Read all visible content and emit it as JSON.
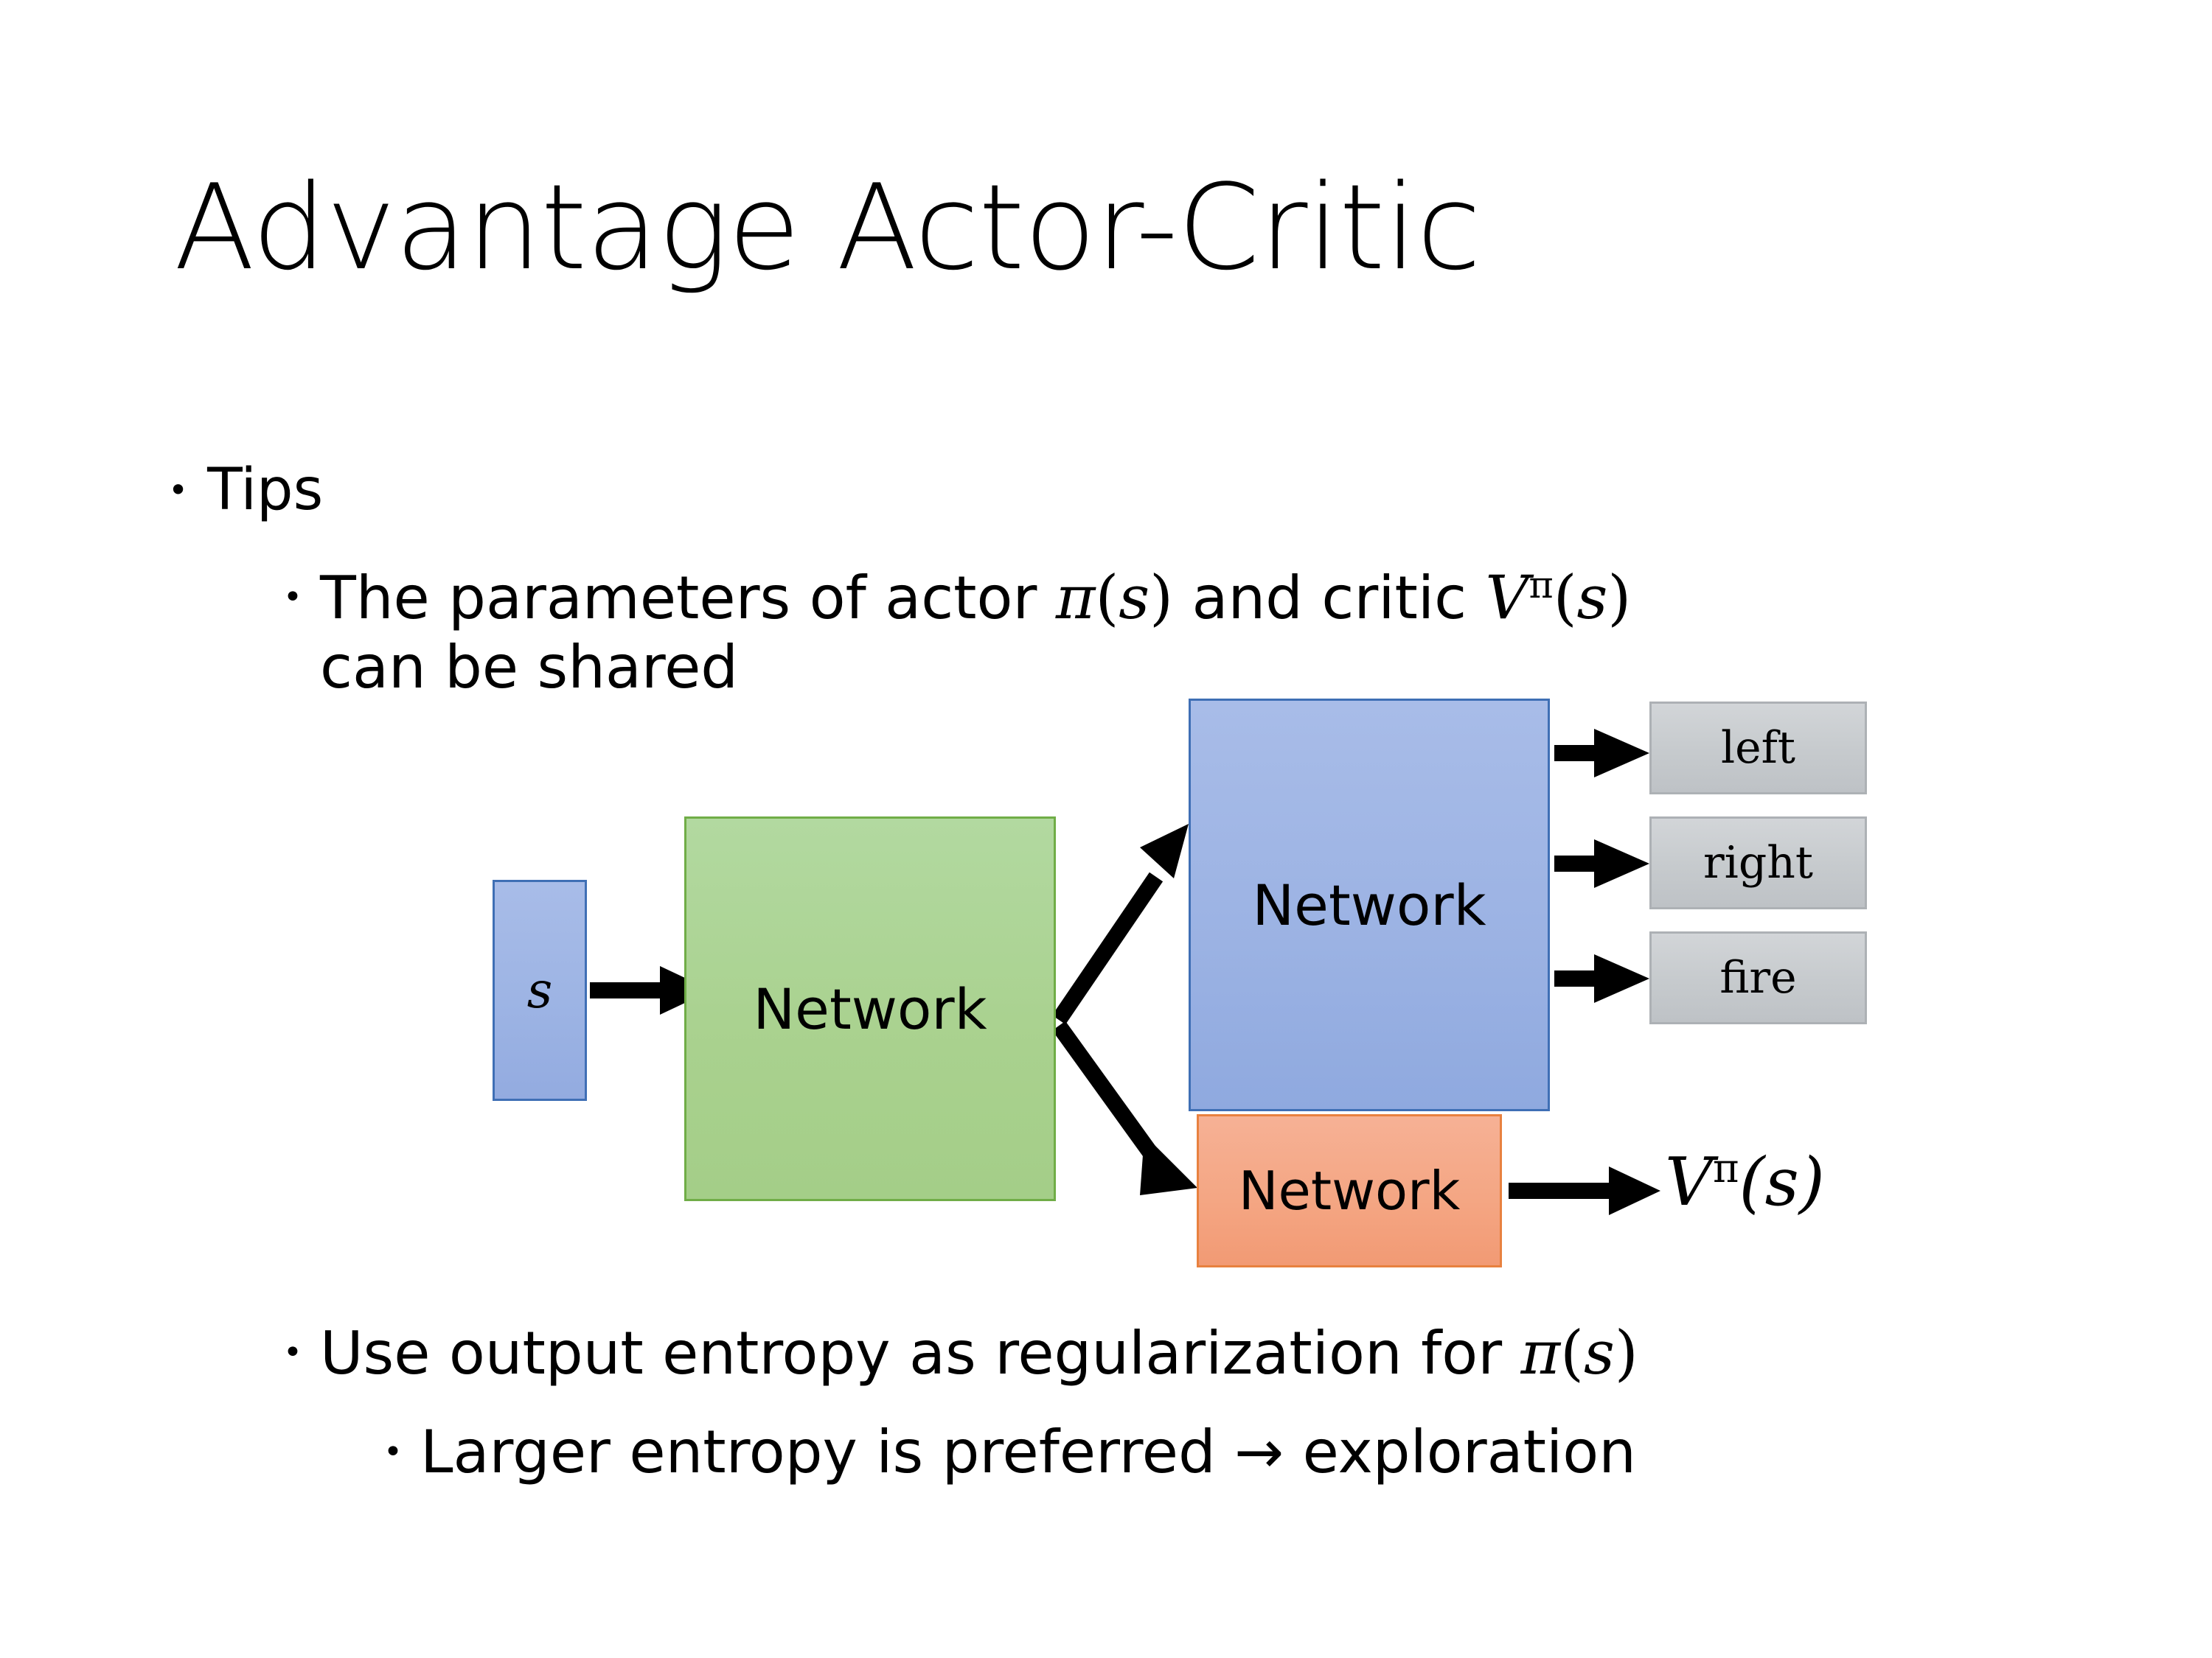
{
  "slide": {
    "title": "Advantage Actor-Critic",
    "background_color": "#FFFFFF"
  },
  "bullets": {
    "level1_tips": {
      "marker": "•",
      "text": "Tips"
    },
    "level2_shared": {
      "marker": "•",
      "text_part1": "The parameters of actor ",
      "math_actor": "π(s)",
      "text_part2": "  and critic ",
      "math_critic": "Vπ(s)",
      "text_part3": "can be shared",
      "full_text": "The parameters of actor π(s)  and critic Vπ(s) can be shared"
    },
    "level2_entropy": {
      "marker": "•",
      "text_part1": "Use output entropy as regularization for ",
      "math_policy": "π(s)",
      "full_text": "Use output entropy as regularization for π(s)"
    },
    "level3_exploration": {
      "marker": "•",
      "text": "Larger entropy is preferred → exploration"
    }
  },
  "math_tokens": {
    "pi": "π",
    "s_italic": "s",
    "V": "V",
    "open_paren": "(",
    "close_paren": ")"
  },
  "diagram": {
    "input_box": {
      "label": "s",
      "fill": "#9DB4E4",
      "stroke": "#3F6FB5"
    },
    "shared_network_box": {
      "label": "Network",
      "fill": "#A9D18E",
      "stroke": "#70AD47"
    },
    "actor_network_box": {
      "label": "Network",
      "fill": "#9BB2E3",
      "stroke": "#3F6FB5"
    },
    "critic_network_box": {
      "label": "Network",
      "fill": "#F4A582",
      "stroke": "#E8813F"
    },
    "action_outputs": [
      {
        "label": "left",
        "fill": "#C6CACD",
        "stroke": "#ADB1B5"
      },
      {
        "label": "right",
        "fill": "#C6CACD",
        "stroke": "#ADB1B5"
      },
      {
        "label": "fire",
        "fill": "#C6CACD",
        "stroke": "#ADB1B5"
      }
    ],
    "value_output_label": {
      "V": "V",
      "pi_superscript": "π",
      "argument": "(s)"
    },
    "arrow_color": "#000000"
  }
}
